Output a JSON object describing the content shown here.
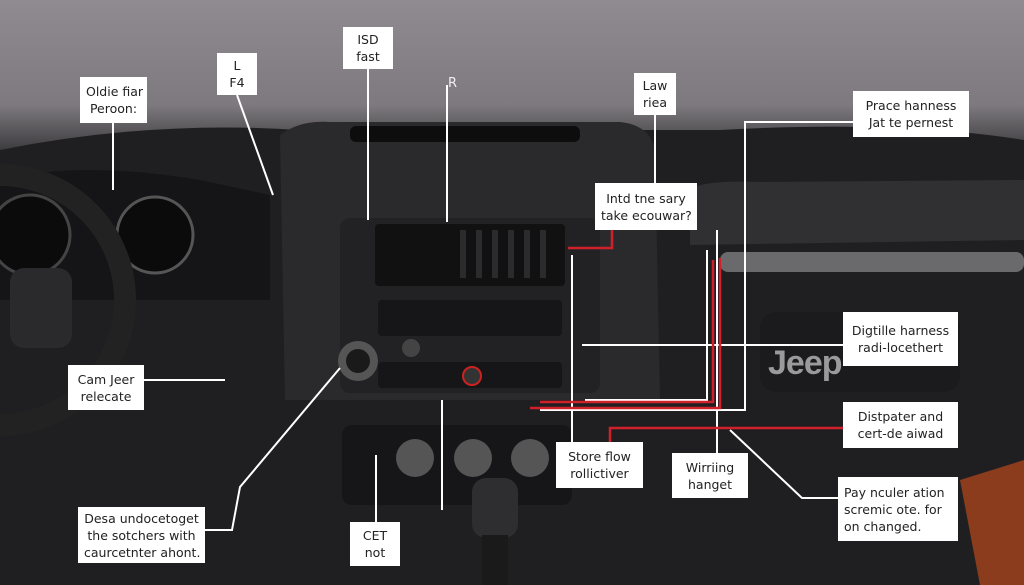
{
  "brand_logo": "Jeep",
  "radio_mark": "R",
  "callouts": {
    "c1": [
      "Oldie fiar",
      "Peroon:"
    ],
    "c2": [
      "L",
      "F4"
    ],
    "c3": [
      "ISD",
      "fast"
    ],
    "c4": [
      "Law",
      "riea"
    ],
    "c5": [
      "Prace hanness",
      "Jat te pernest"
    ],
    "c6": [
      "Intd tne sary",
      "take ecouwar?"
    ],
    "c7": [
      "Digtille harness",
      "radi-locethert"
    ],
    "c8": [
      "Distpater and",
      "cert-de aiwad"
    ],
    "c9": [
      "Pay nculer ation",
      "scremic ote. for",
      "on changed."
    ],
    "c10": [
      "Store flow",
      "rollictiver"
    ],
    "c11": [
      "Wirriing",
      "hanget"
    ],
    "c12": [
      "Cam Jeer",
      "relecate"
    ],
    "c13": [
      "Desa undocetoget",
      "the sotchers with",
      "caurcetnter ahont."
    ],
    "c14": [
      "CET",
      "not"
    ]
  },
  "colors": {
    "leader": "#ffffff",
    "wiring": "#d0202a",
    "dash": "#1a1a1c"
  }
}
